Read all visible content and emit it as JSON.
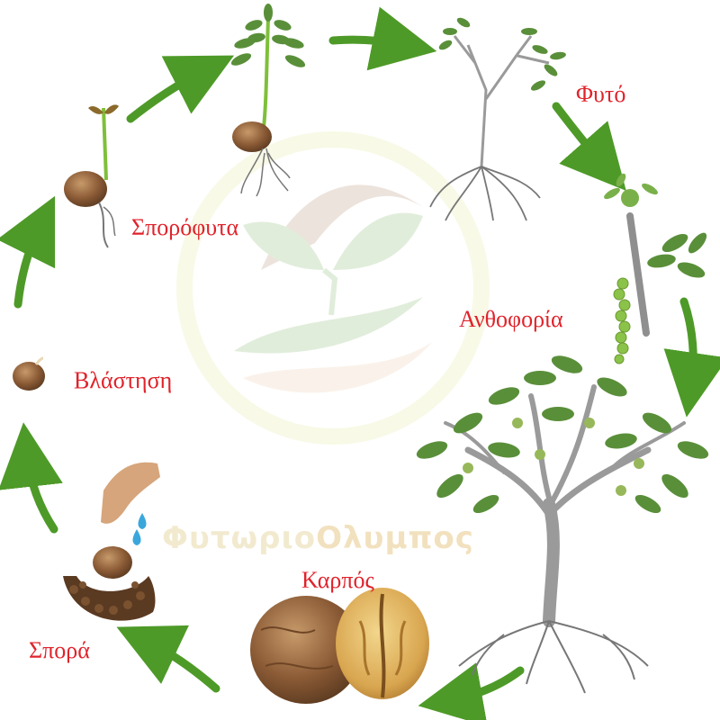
{
  "stages": {
    "seedling": "Σπορόφυτα",
    "plant": "Φυτό",
    "flowering": "Ανθοφορία",
    "germination": "Βλάστηση",
    "fruit": "Καρπός",
    "sowing": "Σπορά"
  },
  "watermark": {
    "part1": "Φυτωριο",
    "part2": "Ολυμπος"
  },
  "colors": {
    "label": "#e0232b",
    "arrow": "#4e9a28",
    "leaf": "#5a8f3a",
    "trunk": "#9a9a9a",
    "nut": "#8a5a35"
  }
}
